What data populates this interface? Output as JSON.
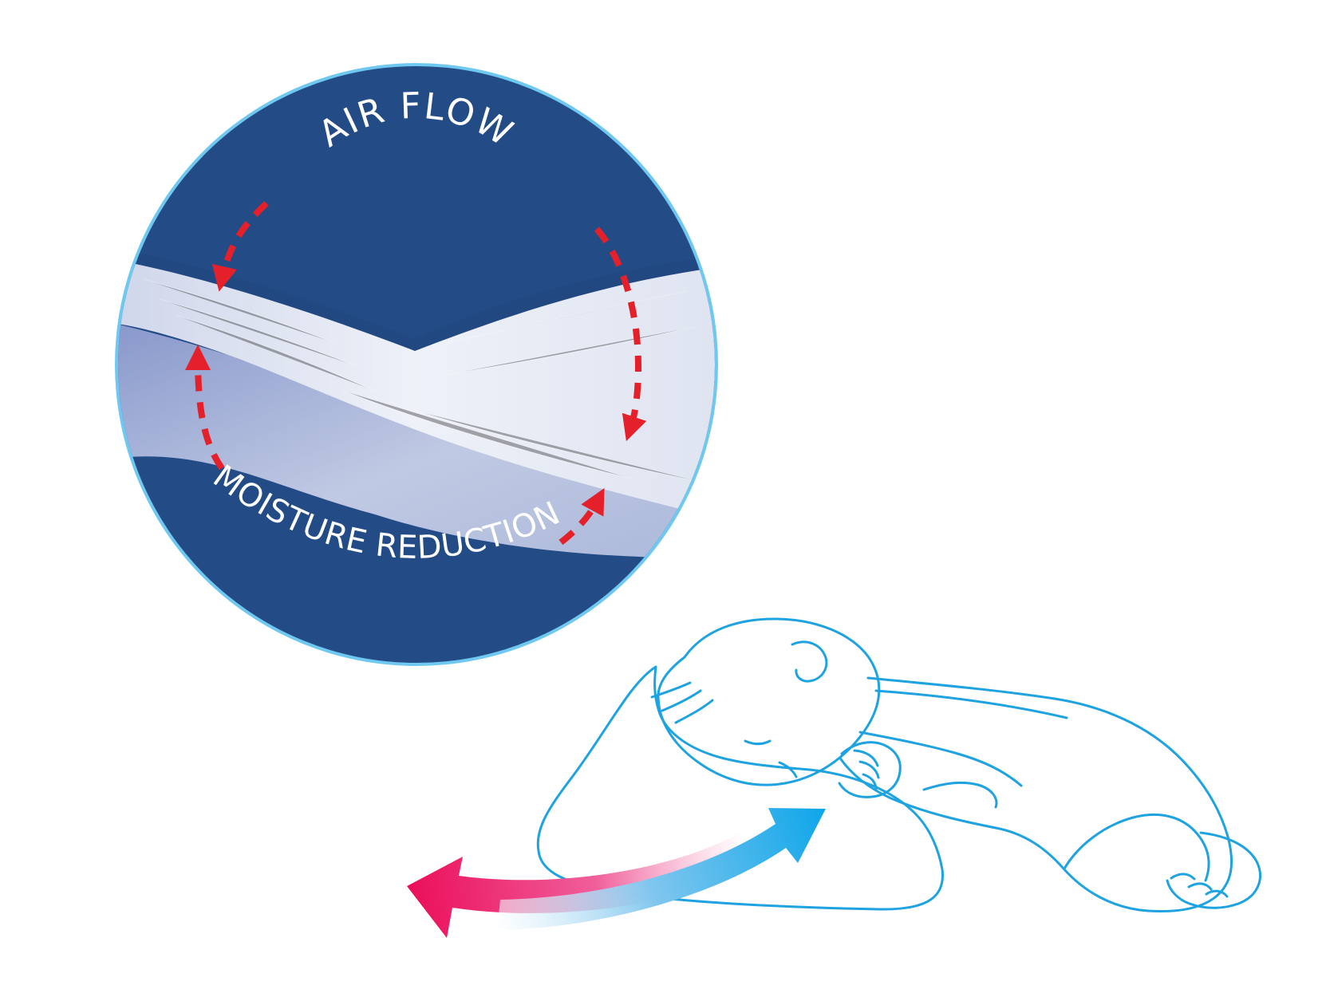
{
  "labels": {
    "top": "AIR FLOW",
    "bottom": "MOISTURE REDUCTION"
  },
  "colors": {
    "background": "#ffffff",
    "circle_fill": "#234b86",
    "circle_fill_light": "#2c5a98",
    "circle_border": "#66c4ef",
    "text": "#ffffff",
    "dashed_arrows": "#e4202a",
    "outline": "#1ea3e0",
    "warm_arrow": "#ea0f5e",
    "cool_arrow": "#0ba4e8",
    "fabric": "#e8ebf4"
  },
  "icons": {
    "air_circulation": "dashed-circular-arrows",
    "airflow_out": "warm-curved-arrow",
    "airflow_in": "cool-curved-arrow",
    "subject": "sleeping-baby-outline",
    "pillow": "pillow-outline"
  }
}
